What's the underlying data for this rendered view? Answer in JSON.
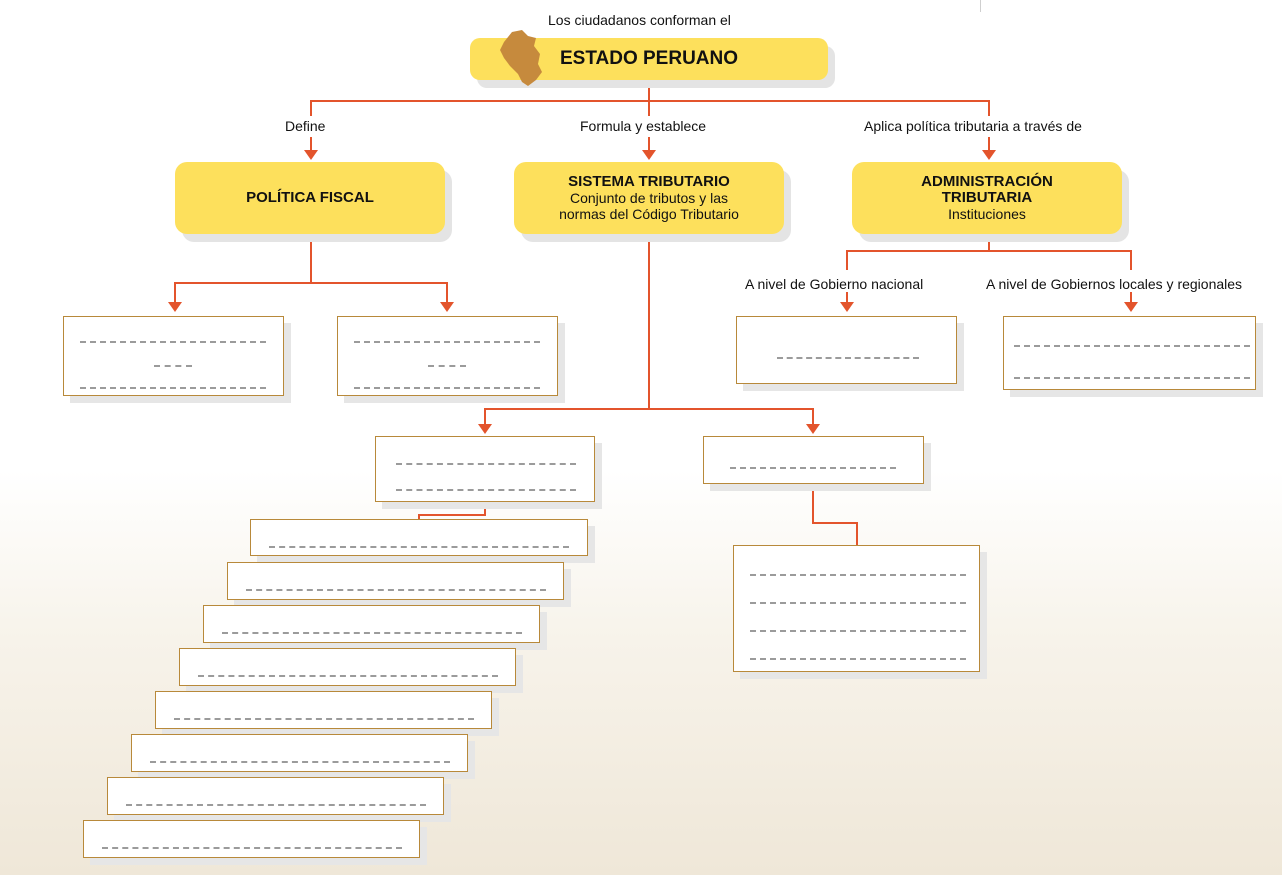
{
  "top_caption": "Los ciudadanos conforman el",
  "estado": {
    "title": "ESTADO PERUANO",
    "icon": "peru-map-icon"
  },
  "relations": {
    "define": "Define",
    "formula": "Formula y establece",
    "aplica": "Aplica política tributaria a través de"
  },
  "politica": {
    "title": "POLÍTICA FISCAL"
  },
  "sistema": {
    "title": "SISTEMA TRIBUTARIO",
    "subtitle_1": "Conjunto de tributos y las",
    "subtitle_2": "normas del Código Tributario"
  },
  "administracion": {
    "title_1": "ADMINISTRACIÓN",
    "title_2": "TRIBUTARIA",
    "subtitle": "Instituciones"
  },
  "levels": {
    "nacional": "A nivel de Gobierno nacional",
    "locales": "A nivel de Gobiernos locales y regionales"
  },
  "colors": {
    "accent_line": "#e3542c",
    "box_fill": "#fde05c",
    "box_border": "#b8893a",
    "peru_map": "#c68a3d"
  }
}
